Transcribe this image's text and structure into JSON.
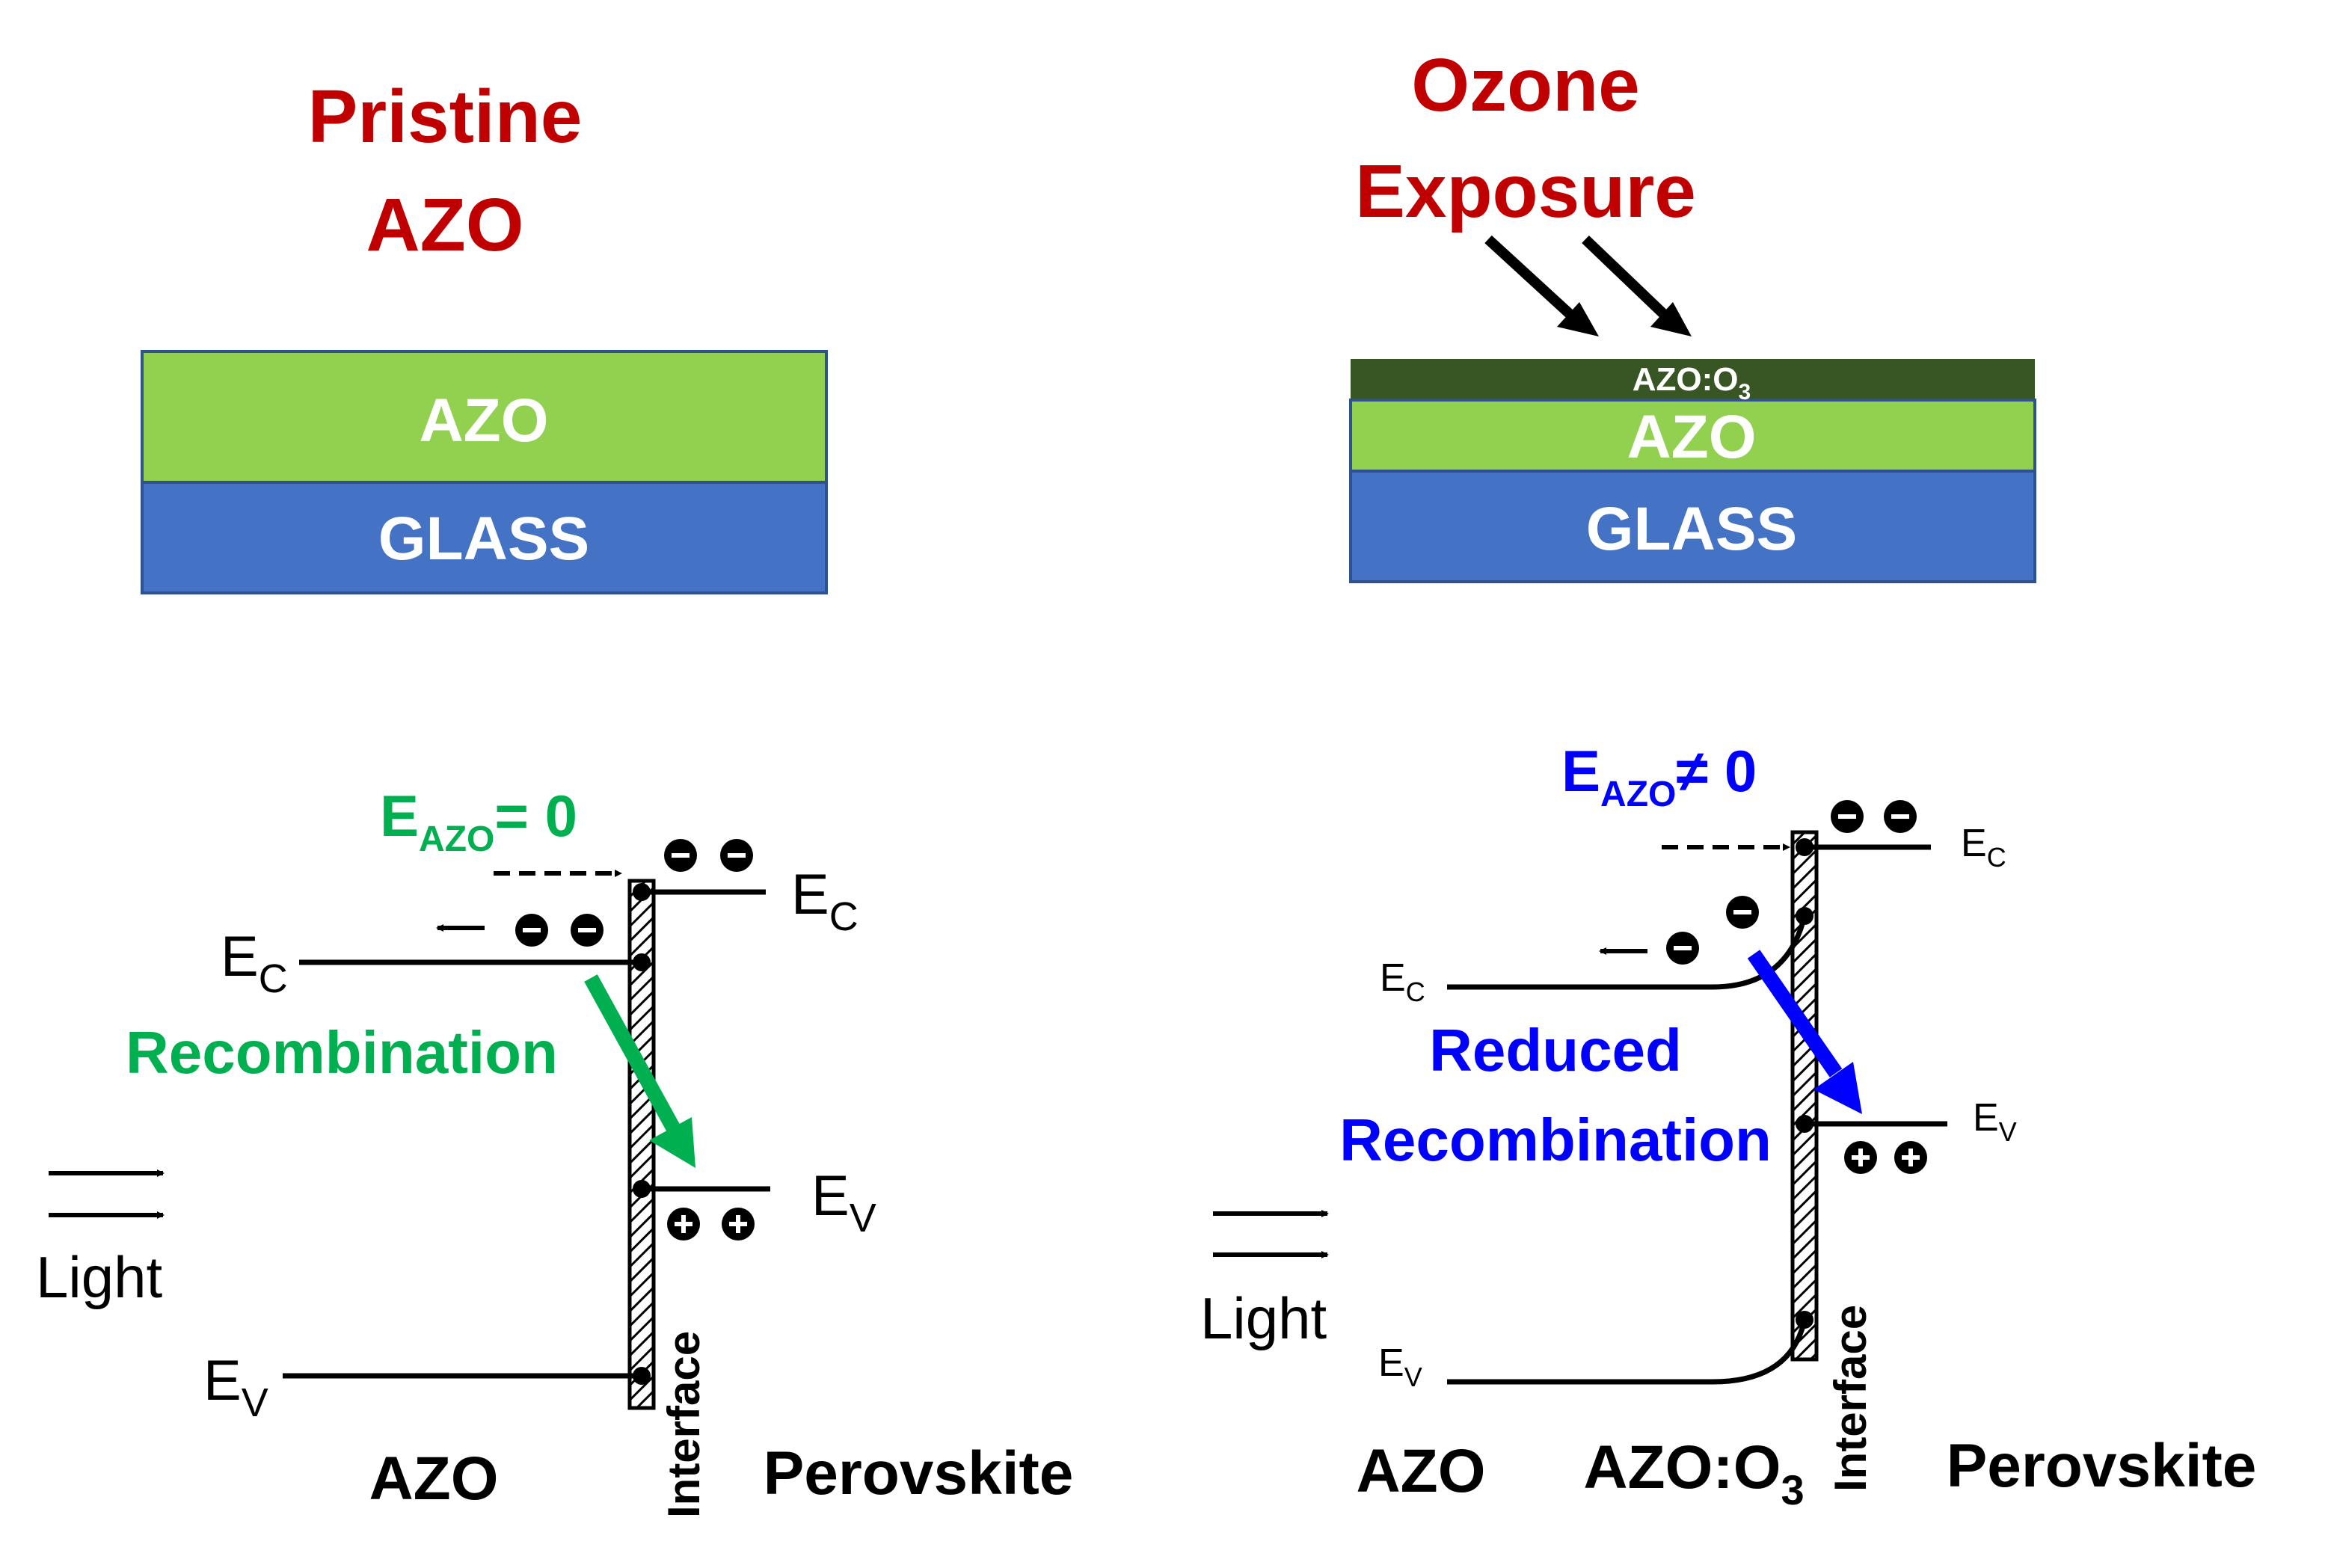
{
  "left": {
    "title_line1": "Pristine",
    "title_line2": "AZO",
    "stack": {
      "azo_label": "AZO",
      "glass_label": "GLASS"
    },
    "band": {
      "field_label": "E",
      "field_sub": "AZO",
      "field_rest": "= 0",
      "ec_left_main": "E",
      "ec_left_sub": "C",
      "ev_left_main": "E",
      "ev_left_sub": "V",
      "ec_right_main": "E",
      "ec_right_sub": "C",
      "ev_right_main": "E",
      "ev_right_sub": "V",
      "recombination": "Recombination",
      "light": "Light",
      "interface": "Interface",
      "azo": "AZO",
      "perovskite": "Perovskite"
    }
  },
  "right": {
    "title_line1": "Ozone",
    "title_line2": "Exposure",
    "stack": {
      "ozone_layer_label": "AZO:O",
      "ozone_layer_sub": "3",
      "azo_label": "AZO",
      "glass_label": "GLASS"
    },
    "band": {
      "field_label": "E",
      "field_sub": "AZO",
      "field_rest": "≠ 0",
      "ec_left_main": "E",
      "ec_left_sub": "C",
      "ev_left_main": "E",
      "ev_left_sub": "V",
      "ec_right_main": "E",
      "ec_right_sub": "C",
      "ev_right_main": "E",
      "ev_right_sub": "V",
      "recombination_line1": "Reduced",
      "recombination_line2": "Recombination",
      "light": "Light",
      "interface": "Interface",
      "azo": "AZO",
      "azo_o3": "AZO:O",
      "azo_o3_sub": "3",
      "perovskite": "Perovskite"
    }
  },
  "colors": {
    "title_red": "#c00000",
    "azo_green": "#92d050",
    "glass_blue": "#4472c4",
    "ozone_dark_green": "#375623",
    "recomb_green": "#00b050",
    "reduced_blue": "#0000ff",
    "line_black": "#000000"
  },
  "icons": {
    "electron": "minus-circle-icon",
    "hole": "plus-circle-icon",
    "arrow": "arrow-icon"
  }
}
